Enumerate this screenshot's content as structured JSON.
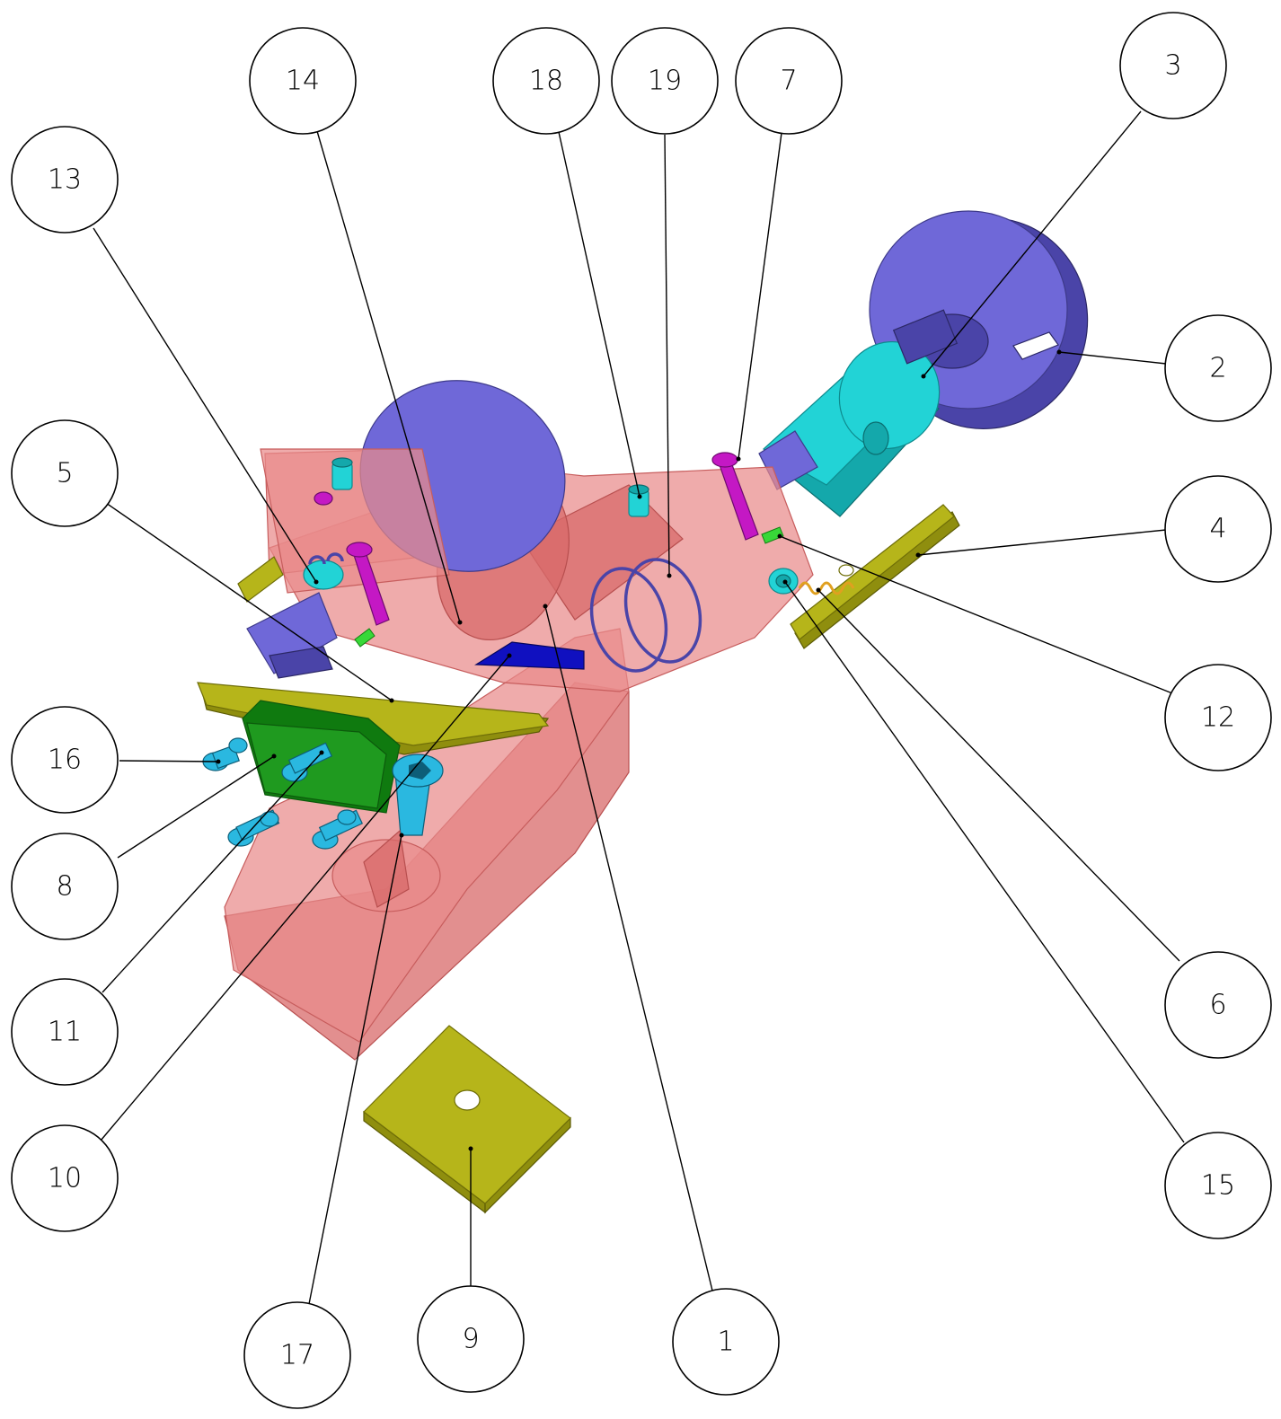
{
  "diagram": {
    "balloons": [
      {
        "id": "b14",
        "label": "14"
      },
      {
        "id": "b18",
        "label": "18"
      },
      {
        "id": "b19",
        "label": "19"
      },
      {
        "id": "b7",
        "label": "7"
      },
      {
        "id": "b3",
        "label": "3"
      },
      {
        "id": "b13",
        "label": "13"
      },
      {
        "id": "b2",
        "label": "2"
      },
      {
        "id": "b5",
        "label": "5"
      },
      {
        "id": "b4",
        "label": "4"
      },
      {
        "id": "b12",
        "label": "12"
      },
      {
        "id": "b16",
        "label": "16"
      },
      {
        "id": "b8",
        "label": "8"
      },
      {
        "id": "b11",
        "label": "11"
      },
      {
        "id": "b6",
        "label": "6"
      },
      {
        "id": "b10",
        "label": "10"
      },
      {
        "id": "b15",
        "label": "15"
      },
      {
        "id": "b17",
        "label": "17"
      },
      {
        "id": "b9",
        "label": "9"
      },
      {
        "id": "b1",
        "label": "1"
      }
    ]
  }
}
